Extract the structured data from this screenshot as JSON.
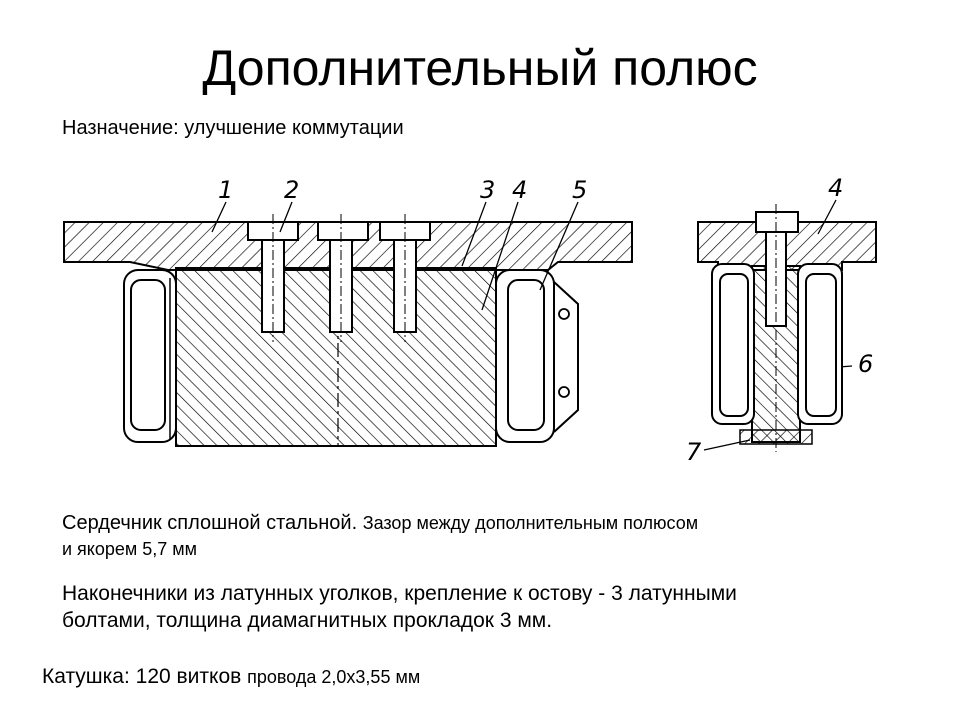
{
  "slide": {
    "title": "Дополнительный полюс",
    "purpose": "Назначение: улучшение коммутации"
  },
  "figure": {
    "callouts": [
      "1",
      "2",
      "3",
      "4",
      "5",
      "4",
      "6",
      "7"
    ]
  },
  "notes": {
    "core_main": "Сердечник сплошной стальной.",
    "core_gap_line1": "Зазор между дополнительным полюсом",
    "core_gap_line2": "и якорем 5,7 мм",
    "tips_line1": "Наконечники из латунных уголков, крепление к остову - 3 латунными",
    "tips_line2": "болтами, толщина диамагнитных прокладок 3 мм.",
    "coil_main": "Катушка: 120 витков",
    "coil_small": "провода 2,0х3,55 мм"
  }
}
